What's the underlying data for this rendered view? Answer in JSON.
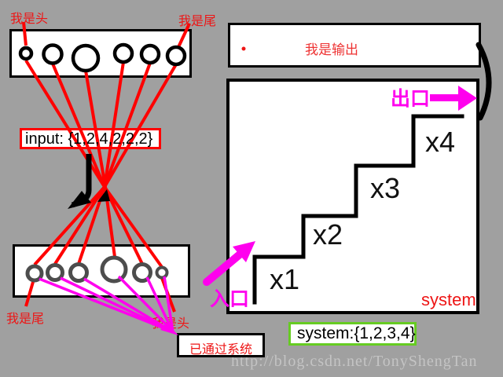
{
  "page": {
    "watermark": "http://blog.csdn.net/TonyShengTan"
  },
  "colors": {
    "background": "#a0a0a0",
    "line_red": "#ff0000",
    "label_red": "#ee1515",
    "magenta": "#ff00ee",
    "circle_dark_gray": "#4d4d4d",
    "green_border": "#66cc22",
    "watermark_gray": "#c4c4c4"
  },
  "input_queue": {
    "head_label": "我是头",
    "tail_label": "我是尾",
    "values": [
      1,
      2,
      4,
      2,
      2,
      2
    ],
    "input_label": "input: {1,2,4,2,2,2}"
  },
  "reversed_queue": {
    "tail_label": "我是尾",
    "head_label": "我是头",
    "values": [
      2,
      2,
      2,
      4,
      2,
      1
    ]
  },
  "passed_box": {
    "label": "已通过系统"
  },
  "output_box": {
    "label": "我是输出"
  },
  "system_box": {
    "exit_label": "出口",
    "entry_label": "入口",
    "steps": [
      "x1",
      "x2",
      "x3",
      "x4"
    ],
    "name_label": "system",
    "set_label": "system:{1,2,3,4}"
  }
}
